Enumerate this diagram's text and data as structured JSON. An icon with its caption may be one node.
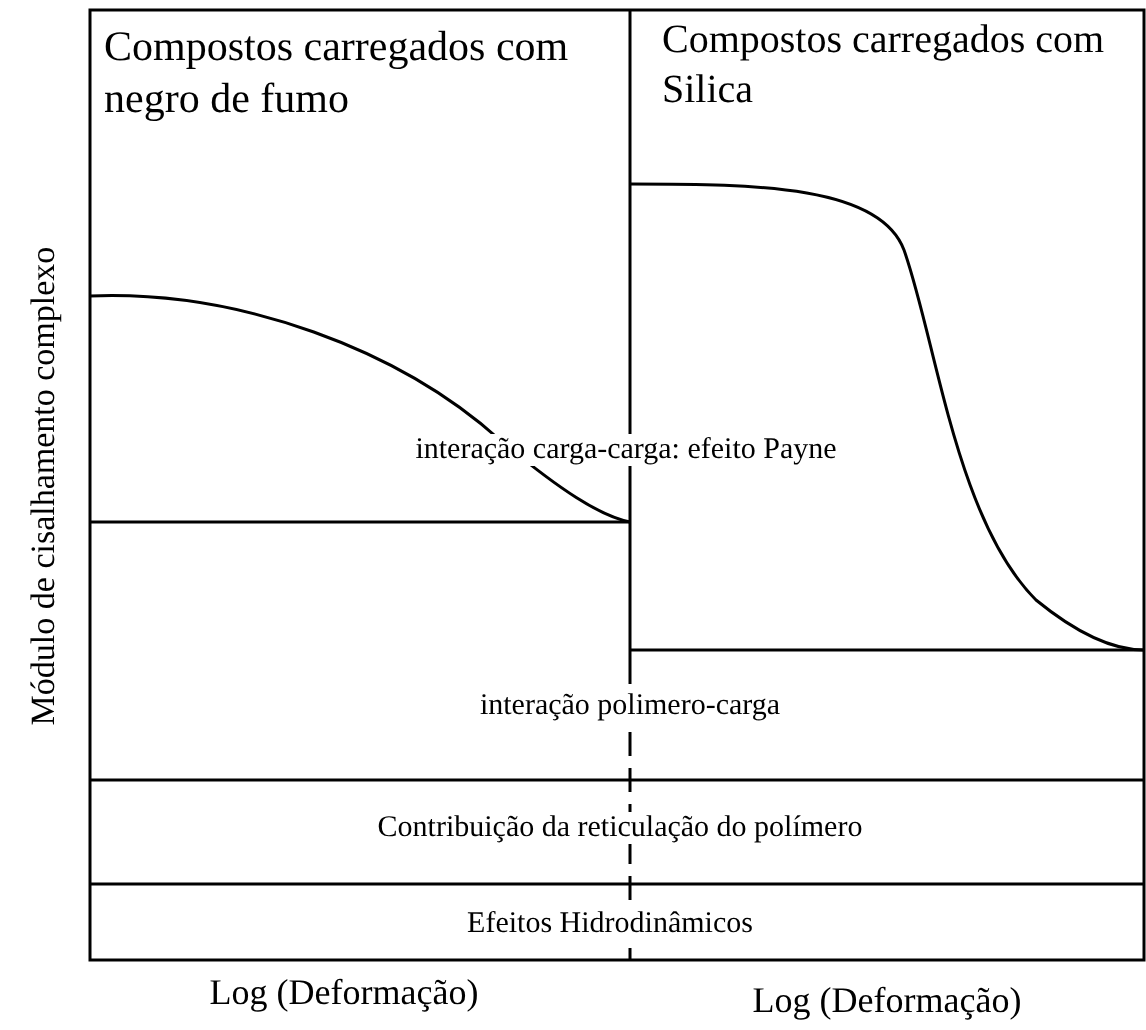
{
  "diagram": {
    "labels": [
      "Compostos carregados com negro de fumo",
      "Compostos carregados com Silica",
      "Módulo de cisalhamento complexo",
      "interação carga-carga: efeito Payne",
      "interação polimero-carga",
      "Contribuição da reticulação do polímero",
      "Efeitos Hidrodinâmicos",
      "Log (Deformação)",
      "Log (Deformação)"
    ]
  }
}
